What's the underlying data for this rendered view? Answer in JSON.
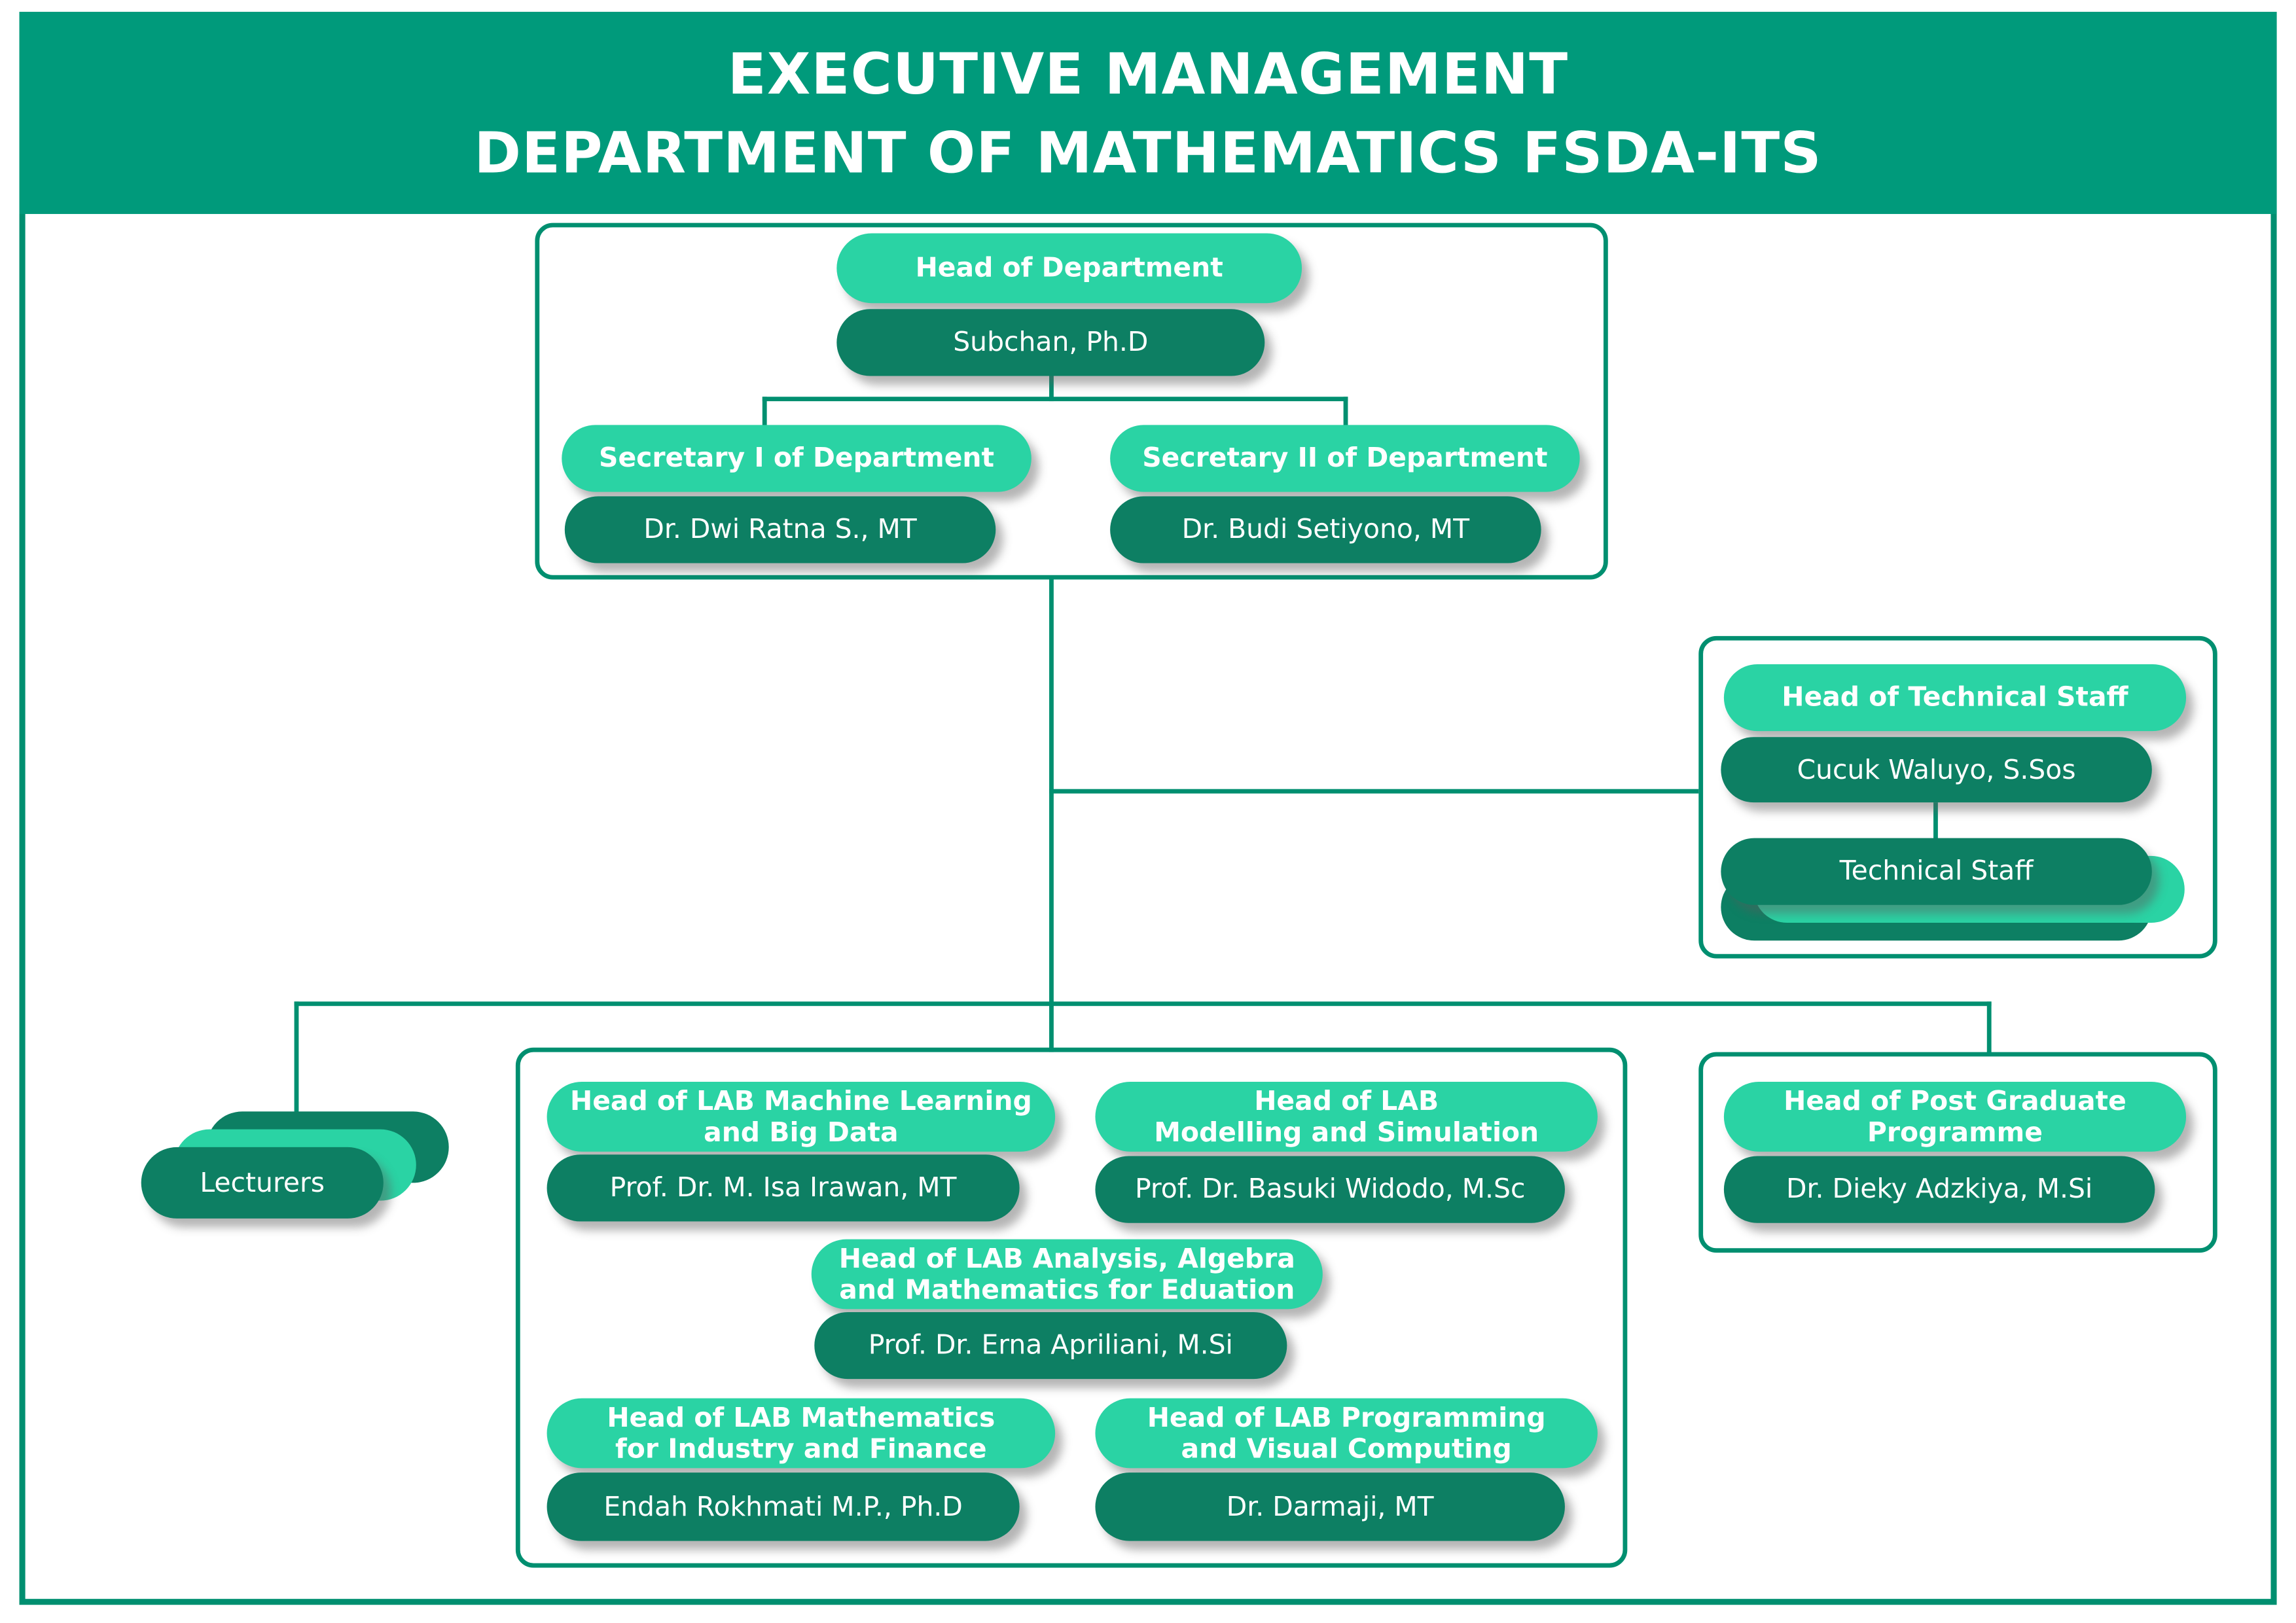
{
  "colors": {
    "header_bg": "#009a7b",
    "light_pill": "#2ad3a4",
    "dark_pill": "#0d7f63",
    "line": "#008f70"
  },
  "header": {
    "line1": "EXECUTIVE MANAGEMENT",
    "line2": "DEPARTMENT OF MATHEMATICS FSDA-ITS"
  },
  "org": {
    "head": {
      "title": "Head of Department",
      "name": "Subchan, Ph.D"
    },
    "secretary1": {
      "title": "Secretary I of Department",
      "name": "Dr. Dwi Ratna S., MT"
    },
    "secretary2": {
      "title": "Secretary II of Department",
      "name": "Dr. Budi Setiyono, MT"
    },
    "technical": {
      "title": "Head of Technical Staff",
      "name": "Cucuk Waluyo, S.Sos",
      "staff": "Technical Staff"
    },
    "lecturers": {
      "label": "Lecturers"
    },
    "labs": [
      {
        "title1": "Head of LAB Machine Learning",
        "title2": "and Big Data",
        "name": "Prof. Dr. M. Isa Irawan, MT"
      },
      {
        "title1": "Head of LAB",
        "title2": "Modelling and Simulation",
        "name": "Prof. Dr. Basuki Widodo, M.Sc"
      },
      {
        "title1": "Head of LAB Analysis, Algebra",
        "title2": "and Mathematics for Eduation",
        "name": "Prof. Dr. Erna Apriliani, M.Si"
      },
      {
        "title1": "Head of LAB Mathematics",
        "title2": "for Industry and Finance",
        "name": "Endah Rokhmati M.P., Ph.D"
      },
      {
        "title1": "Head of LAB Programming",
        "title2": "and Visual Computing",
        "name": "Dr. Darmaji, MT"
      }
    ],
    "postgrad": {
      "title1": "Head of Post Graduate",
      "title2": "Programme",
      "name": "Dr. Dieky Adzkiya, M.Si"
    }
  }
}
